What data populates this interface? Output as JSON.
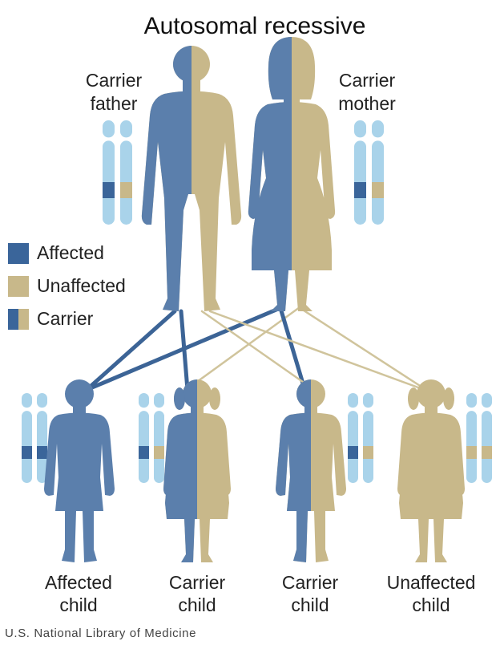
{
  "title": "Autosomal recessive",
  "parents": {
    "father": {
      "line1": "Carrier",
      "line2": "father",
      "status": "carrier"
    },
    "mother": {
      "line1": "Carrier",
      "line2": "mother",
      "status": "carrier"
    }
  },
  "legend": {
    "affected": "Affected",
    "unaffected": "Unaffected",
    "carrier": "Carrier"
  },
  "children": [
    {
      "line1": "Affected",
      "line2": "child",
      "status": "affected"
    },
    {
      "line1": "Carrier",
      "line2": "child",
      "status": "carrier"
    },
    {
      "line1": "Carrier",
      "line2": "child",
      "status": "carrier"
    },
    {
      "line1": "Unaffected",
      "line2": "child",
      "status": "unaffected"
    }
  ],
  "credit": "U.S. National Library of Medicine",
  "colors": {
    "affected": "#5b7fac",
    "affected_dark": "#3a659a",
    "unaffected": "#c8b88a",
    "chromosome": "#a9d3ea",
    "affected_line": "#3c6496",
    "unaffected_line": "#d0c49c"
  }
}
